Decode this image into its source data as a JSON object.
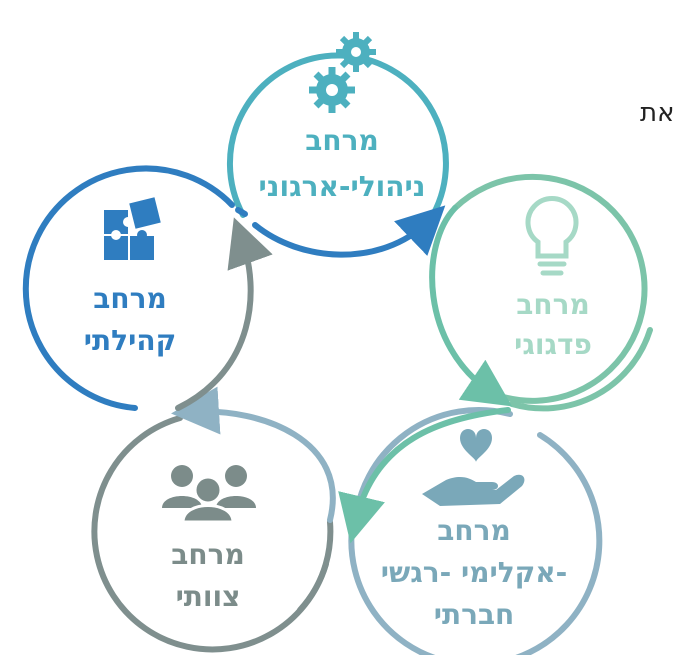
{
  "edge_fragment": "את",
  "nodes": {
    "management": {
      "title": "מרחב",
      "subtitle": "ניהולי-ארגוני",
      "color": "#4db0bf",
      "icon": "gears-icon"
    },
    "pedagogic": {
      "title": "מרחב",
      "subtitle": "פדגוגי",
      "color": "#7cc4a9",
      "icon": "lightbulb-icon"
    },
    "climate": {
      "title": "מרחב",
      "subtitle_line1": "אקלימי -רגשי-",
      "subtitle_line2": "חברתי",
      "color": "#7aa8b9",
      "icon": "heart-hand-icon"
    },
    "team": {
      "title": "מרחב",
      "subtitle": "צוותי",
      "color": "#7c8c8a",
      "icon": "group-icon"
    },
    "community": {
      "title": "מרחב",
      "subtitle": "קהילתי",
      "color": "#2f7dc0",
      "icon": "puzzle-icon"
    }
  }
}
